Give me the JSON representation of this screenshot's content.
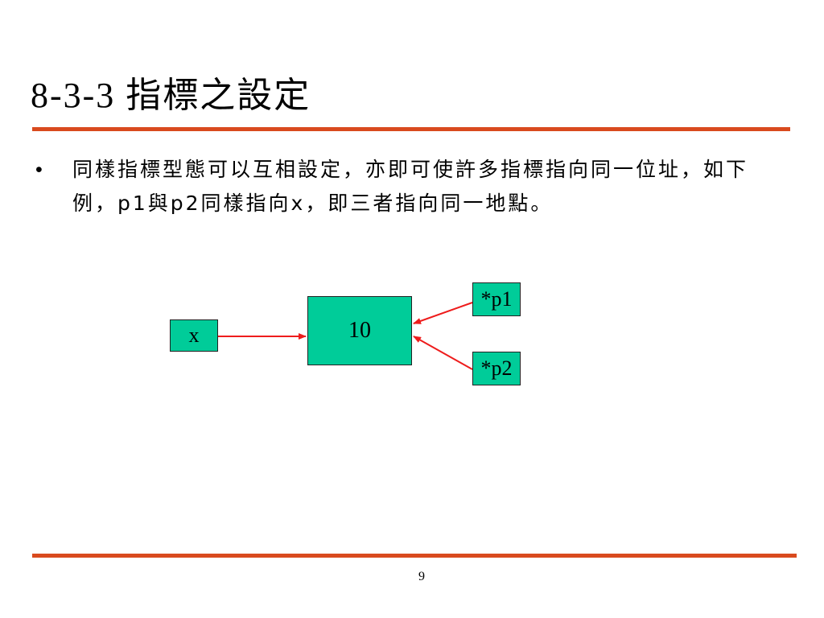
{
  "slide": {
    "title": "8-3-3 指標之設定",
    "bullet_symbol": "•",
    "bullet_text": "同樣指標型態可以互相設定，亦即可使許多指標指向同一位址，如下例，p1與p2同樣指向x，即三者指向同一地點。",
    "page_number": "9"
  },
  "diagram": {
    "nodes": {
      "x": "x",
      "value": "10",
      "p1": "*p1",
      "p2": "*p2"
    },
    "box_color": "#00cc99",
    "arrow_color": "#ee1c1c"
  },
  "colors": {
    "rule": "#d94a1e"
  }
}
